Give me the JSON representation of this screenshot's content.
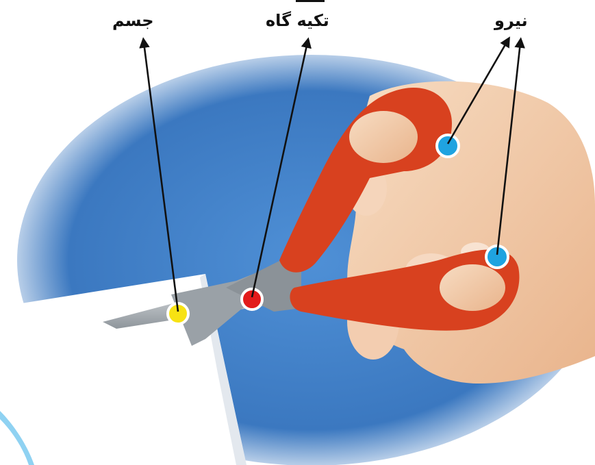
{
  "labels": {
    "body": "جسم",
    "fulcrum": "تکیه گاه",
    "force": "نیرو"
  },
  "colors": {
    "background_blue": "#3f7fc7",
    "scissors_red": "#d8411f",
    "blade_gray": "#aab0b5",
    "paper_white": "#ffffff",
    "skin": "#f2c9a5",
    "marker_body": "#f7e213",
    "marker_fulcrum": "#e21b1b",
    "marker_force": "#1fa3e0",
    "arrow": "#111111"
  },
  "markers": [
    {
      "name": "body-marker",
      "role": "body"
    },
    {
      "name": "fulcrum-marker",
      "role": "fulcrum"
    },
    {
      "name": "force-marker-top",
      "role": "force"
    },
    {
      "name": "force-marker-bottom",
      "role": "force"
    }
  ]
}
